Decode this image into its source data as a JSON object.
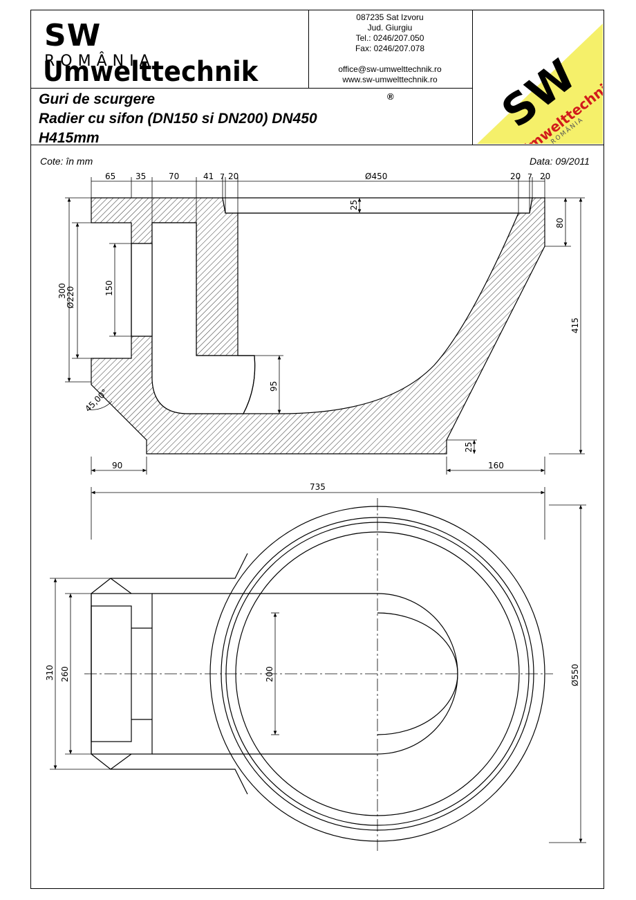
{
  "header": {
    "brand": {
      "sw": "SW",
      "romania": "ROMÂNIA",
      "umwelt": "Umwelttechnik"
    },
    "contact": {
      "address": "087235 Sat Izvoru",
      "county": "Jud. Giurgiu",
      "tel": "Tel.: 0246/207.050",
      "fax": "Fax: 0246/207.078",
      "email": "office@sw-umwelttechnik.ro",
      "web": "www.sw-umwelttechnik.ro"
    },
    "title_lines": [
      "Guri de scurgere",
      "Radier cu sifon (DN150 si DN200) DN450",
      "H415mm"
    ],
    "registered": "®",
    "logo": {
      "sw": "SW",
      "umwelt": "Umwelttechnik",
      "romania": "ROMÂNIA",
      "background": "#f5f06a",
      "text_color": "#d11b1b"
    }
  },
  "meta": {
    "units": "Cote: în mm",
    "date": "Data: 09/2011"
  },
  "section_view": {
    "dims_top": [
      "65",
      "35",
      "70",
      "41",
      "7",
      "20",
      "Ø450",
      "20",
      "7",
      "20"
    ],
    "dims_left": [
      "300",
      "Ø220",
      "150"
    ],
    "dims_right": [
      "80",
      "415"
    ],
    "dims_inner": [
      "25",
      "95",
      "25"
    ],
    "angle": "45,00°",
    "dims_bottom": [
      "90",
      "160"
    ]
  },
  "plan_view": {
    "overall_width": "735",
    "dims_left": [
      "310",
      "260",
      "200"
    ],
    "diameter": "Ø550"
  }
}
